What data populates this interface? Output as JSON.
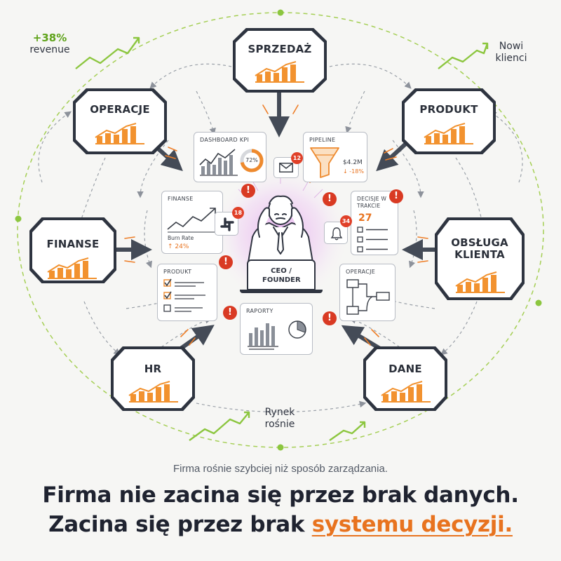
{
  "colors": {
    "accent_orange": "#e8731f",
    "growth_green": "#8cc63f",
    "dark_outline": "#2e3440",
    "alert_red": "#d93a23",
    "glow_purple": "#d9a8e6"
  },
  "departments": [
    {
      "id": "sprzedaz",
      "label": "SPRZEDAŻ"
    },
    {
      "id": "operacje",
      "label": "OPERACJE"
    },
    {
      "id": "produkt",
      "label": "PRODUKT"
    },
    {
      "id": "finanse",
      "label": "FINANSE"
    },
    {
      "id": "obsluga",
      "label": "OBSŁUGA KLIENTA"
    },
    {
      "id": "hr",
      "label": "HR"
    },
    {
      "id": "dane",
      "label": "DANE"
    }
  ],
  "cards": {
    "dashboard": {
      "title": "DASHBOARD KPI",
      "percent": "72%"
    },
    "pipeline": {
      "title": "PIPELINE",
      "amount": "$4.2M",
      "change": "↓ -18%"
    },
    "finanse": {
      "title": "FINANSE",
      "metric_label": "Burn Rate",
      "metric_value": "↑ 24%"
    },
    "decisions": {
      "title": "DECISJE W TRAKCIE",
      "count": "27"
    },
    "produkt": {
      "title": "PRODUKT"
    },
    "operacje": {
      "title": "OPERACJE"
    },
    "raporty": {
      "title": "RAPORTY"
    }
  },
  "badges": {
    "mail": "12",
    "slack": "18",
    "bell": "34"
  },
  "alert_symbol": "!",
  "ceo": {
    "label": "CEO / FOUNDER"
  },
  "annotations": {
    "revenue_value": "+38%",
    "revenue_label": "revenue",
    "new_clients": "Nowi klienci",
    "market": "Rynek rośnie"
  },
  "icons": [
    "mail-icon",
    "slack-icon",
    "bell-icon",
    "checkbox-icon",
    "pie-chart-icon",
    "funnel-icon",
    "flowchart-icon",
    "growth-arrow-icon",
    "stressed-person-icon"
  ],
  "footer": {
    "subtitle": "Firma rośnie szybciej niż sposób zarządzania.",
    "headline_line1": "Firma nie zacina się przez brak danych.",
    "headline_line2_prefix": "Zacina się przez brak ",
    "headline_line2_accent": "systemu decyzji."
  }
}
